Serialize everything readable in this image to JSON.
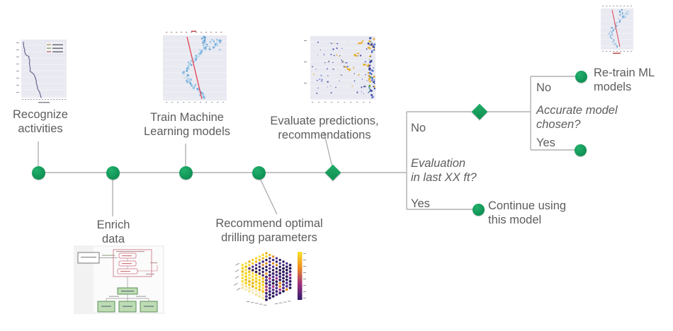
{
  "title": "ML drilling workflow decision diagram",
  "palette": {
    "accent_green": "#12a35f",
    "connector_gray": "#b0b0b0",
    "label_gray": "#5d5d5d",
    "chart_background": "#e9e9f2",
    "regression_red": "#e0414f"
  },
  "flow": {
    "milestones": [
      {
        "id": "recognize-activities",
        "label_lines": [
          "Recognize",
          "activities"
        ]
      },
      {
        "id": "enrich-data",
        "label_lines": [
          "Enrich",
          "data"
        ]
      },
      {
        "id": "train-models",
        "label_lines": [
          "Train Machine",
          "Learning models"
        ]
      },
      {
        "id": "recommend-parameters",
        "label_lines": [
          "Recommend optimal",
          "drilling parameters"
        ]
      },
      {
        "id": "evaluate-predictions",
        "label_lines": [
          "Evaluate predictions,",
          "recommendations"
        ]
      }
    ],
    "decisions": [
      {
        "id": "evaluation-recent",
        "question_lines": [
          "Evaluation",
          "in last XX ft?"
        ],
        "no_label": "No",
        "yes_label": "Yes"
      },
      {
        "id": "accurate-model",
        "question_lines": [
          "Accurate model",
          "chosen?"
        ],
        "no_label": "No",
        "yes_label": "Yes"
      }
    ],
    "outcomes": [
      {
        "id": "continue-model",
        "label_lines": [
          "Continue using",
          "this model"
        ]
      },
      {
        "id": "retrain-models",
        "label_lines": [
          "Re-train ML",
          "models"
        ]
      }
    ]
  },
  "thumbnails": {
    "activity": {
      "type": "line-step",
      "desc": "depth vs time activity line chart with legend",
      "bg": "#e9e9f2",
      "line": "#62628c",
      "legend_swatches": [
        "#b89b5a",
        "#8aa06a",
        "#b07070"
      ]
    },
    "train": {
      "type": "scatter-line",
      "desc": "scatter of measurements with red regression line",
      "bg": "#e9e9f2",
      "dots": [
        "#8fc3e6",
        "#6fafdc",
        "#559ad0",
        "#a7d2ec"
      ],
      "line": "#e0414f"
    },
    "evaluate": {
      "type": "scatter-eval",
      "desc": "prediction scatter with blue and orange points",
      "bg": "#e9e9f2",
      "navy": "#2e3696",
      "blue": "#4f6cc8",
      "orange": "#e2aa1e",
      "green": "#44a050"
    },
    "retrain": {
      "type": "scatter-line-small",
      "desc": "small scatter with red regression line",
      "bg": "#e9e9f2",
      "dots": [
        "#8fc3e6",
        "#6fafdc",
        "#559ad0"
      ],
      "line": "#e0414f"
    },
    "flowchart": {
      "type": "flowchart",
      "desc": "data enrichment pipeline flowchart",
      "bg": "#f2f2f2",
      "pink": "#c96a7c",
      "green_fill": "#bedbb4",
      "green_stroke": "#4e8a4e",
      "box_stroke": "#777777"
    },
    "cube": {
      "type": "cube3d",
      "desc": "3D grid of drilling parameter recommendations with colorbar",
      "golds": [
        "#f5d21d",
        "#eec11a",
        "#f7de4a",
        "#e6b517"
      ],
      "pales": [
        "#f6ecc0",
        "#f3e49a"
      ],
      "purples": [
        "#3b2373",
        "#2e1a5e",
        "#52308f",
        "#271552"
      ],
      "orange": "#e08a1f",
      "magenta": "#a03080",
      "colorbar": [
        "#f8e12c",
        "#ef8e21",
        "#9c2f7f",
        "#321d6e"
      ]
    }
  }
}
